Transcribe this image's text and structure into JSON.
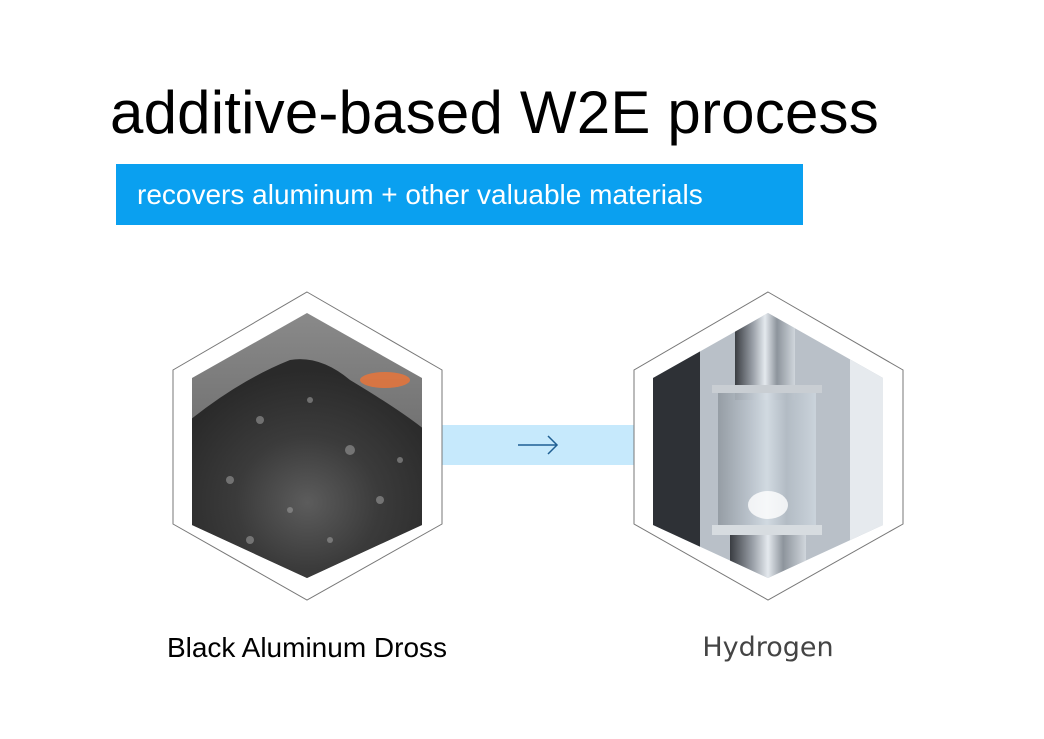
{
  "slide": {
    "title": "additive-based W2E process",
    "subtitle": "recovers aluminum + other valuable materials",
    "input": {
      "label": "Black Aluminum Dross",
      "image": "black-aluminum-dross-photo"
    },
    "output": {
      "label": "Hydrogen",
      "image": "hydrogen-reactor-photo"
    },
    "arrow": "right-arrow-icon",
    "colors": {
      "accent": "#0aa0f0",
      "band": "#c6e9fc",
      "arrow": "#1f5f93"
    }
  }
}
